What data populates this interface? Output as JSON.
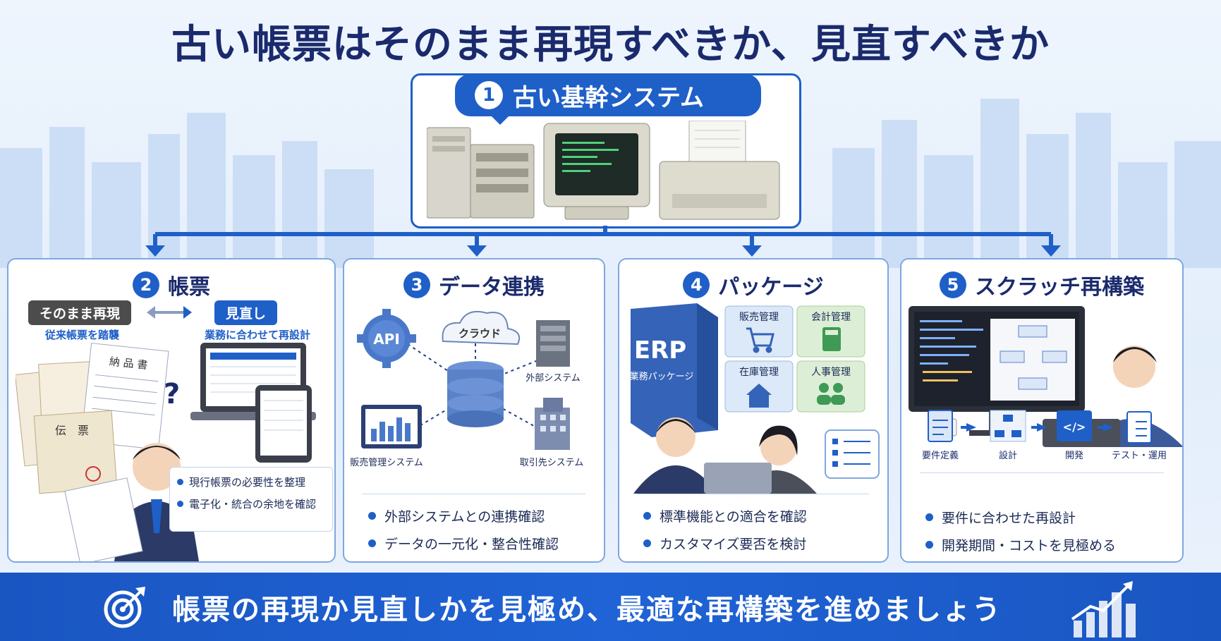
{
  "title": "古い帳票はそのまま再現すべきか、見直すべきか",
  "legacy": {
    "num": "1",
    "label": "古い基幹システム"
  },
  "cards": [
    {
      "num": "2",
      "title": "帳票",
      "tag_left": "そのまま再現",
      "tag_right": "見直し",
      "note_left": "従来帳票を踏襲",
      "note_right": "業務に合わせて再設計",
      "doc_labels": [
        "納 品 書",
        "伝　票"
      ],
      "bullets": [
        "現行帳票の必要性を整理",
        "電子化・統合の余地を確認"
      ]
    },
    {
      "num": "3",
      "title": "データ連携",
      "labels": {
        "api": "API",
        "cloud": "クラウド",
        "external": "外部システム",
        "sales": "販売管理システム",
        "partner": "取引先システム"
      },
      "bullets": [
        "外部システムとの連携確認",
        "データの一元化・整合性確認"
      ]
    },
    {
      "num": "4",
      "title": "パッケージ",
      "erp_title": "ERP",
      "erp_sub": "業務パッケージ",
      "modules": [
        "販売管理",
        "会計管理",
        "在庫管理",
        "人事管理"
      ],
      "bullets": [
        "標準機能との適合を確認",
        "カスタマイズ要否を検討"
      ]
    },
    {
      "num": "5",
      "title": "スクラッチ再構築",
      "steps": [
        "要件定義",
        "設計",
        "開発",
        "テスト・運用"
      ],
      "bullets": [
        "要件に合わせた再設計",
        "開発期間・コストを見極める"
      ]
    }
  ],
  "banner": {
    "text": "帳票の再現か見直しかを見極め、最適な再構築を進めましょう"
  },
  "colors": {
    "primary": "#1f5fc8",
    "navy": "#1a2a6c",
    "banner": "#1a56c2",
    "card_border": "#7fa7e0"
  }
}
